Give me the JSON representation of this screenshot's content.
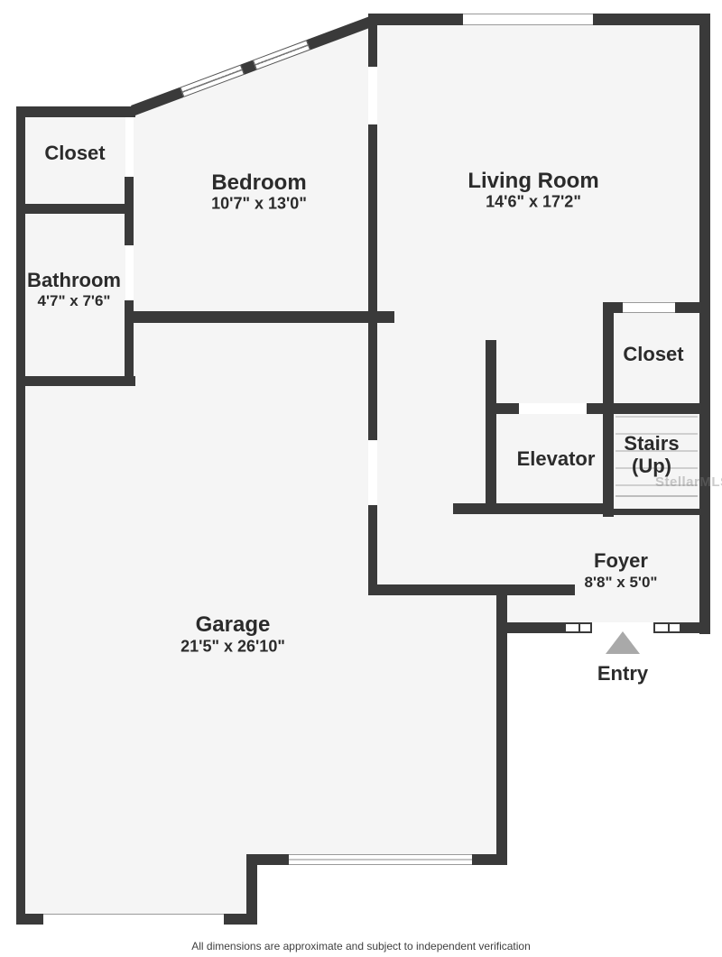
{
  "plan": {
    "rooms": {
      "closet_left": {
        "label": "Closet"
      },
      "bathroom": {
        "label": "Bathroom",
        "dims": "4'7\" x 7'6\""
      },
      "bedroom": {
        "label": "Bedroom",
        "dims": "10'7\" x 13'0\""
      },
      "living_room": {
        "label": "Living Room",
        "dims": "14'6\" x 17'2\""
      },
      "closet_right": {
        "label": "Closet"
      },
      "elevator": {
        "label": "Elevator"
      },
      "stairs": {
        "label": "Stairs",
        "label2": "(Up)"
      },
      "foyer": {
        "label": "Foyer",
        "dims": "8'8\" x 5'0\""
      },
      "garage": {
        "label": "Garage",
        "dims": "21'5\" x 26'10\""
      }
    },
    "entry_label": "Entry",
    "watermark": "StellarMLS",
    "disclaimer": "All dimensions are approximate and subject to independent verification",
    "colors": {
      "wall": "#3a3a3a",
      "floor": "#f5f5f5",
      "background": "#ffffff",
      "entry_arrow": "#a9a9a9",
      "text": "#2b2b2b"
    }
  }
}
